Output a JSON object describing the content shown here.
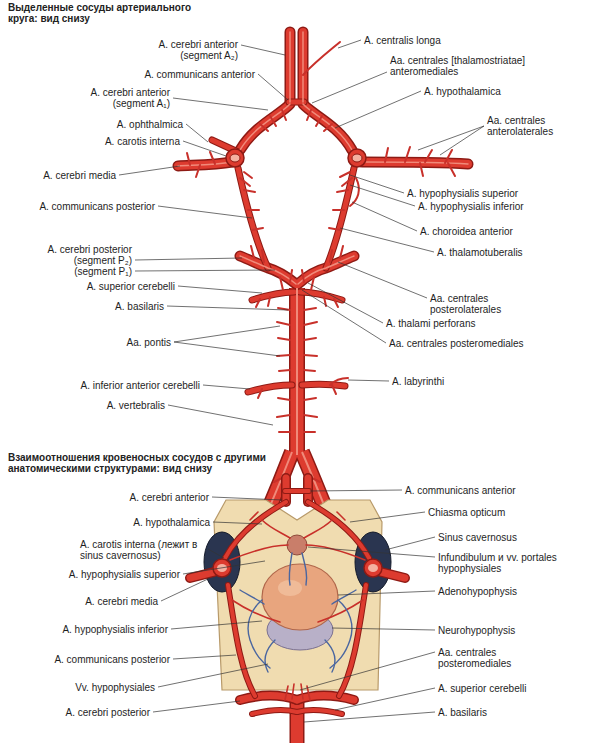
{
  "diagram": {
    "title": "Выделенные сосуды артериального круга: вид снизу",
    "labels": [
      "A. centralis longa",
      "A. cerebri anterior (segment A₂)",
      "A. communicans anterior",
      "Aa. centrales [thalamostriatae] anteromediales",
      "A. cerebri anterior (segment A₁)",
      "A. hypothalamica",
      "A. ophthalmica",
      "Aa. centrales anterolaterales",
      "A. carotis interna",
      "A. cerebri media",
      "A. hypophysialis superior",
      "A. communicans posterior",
      "A. hypophysialis inferior",
      "A. choroidea anterior",
      "A. cerebri posterior (segment P₂) (segment P₁)",
      "A. thalamotuberalis",
      "A. superior cerebelli",
      "Aa. centrales posterolaterales",
      "A. basilaris",
      "A. thalami perforans",
      "Aa. pontis",
      "Aa. centrales posteromediales",
      "A. labyrinthi",
      "A. inferior anterior cerebelli",
      "A. vertebralis",
      "Взаимоотношения кровеносных сосудов с другими анатомическими структурами: вид снизу",
      "A. cerebri anterior",
      "A. communicans anterior",
      "Chiasma opticum",
      "A. hypothalamica",
      "Sinus cavernosus",
      "A. carotis interna (лежит в sinus cavernosus)",
      "Infundibulum и vv. portales hypophysiales",
      "A. hypophysialis superior",
      "Adenohypophysis",
      "A. cerebri media",
      "A. hypophysialis inferior",
      "Neurohypophysis",
      "Aa. centrales posteromediales",
      "A. communicans posterior",
      "Vv. hypophysiales",
      "A. superior cerebelli",
      "A. cerebri posterior",
      "A. basilaris"
    ]
  }
}
